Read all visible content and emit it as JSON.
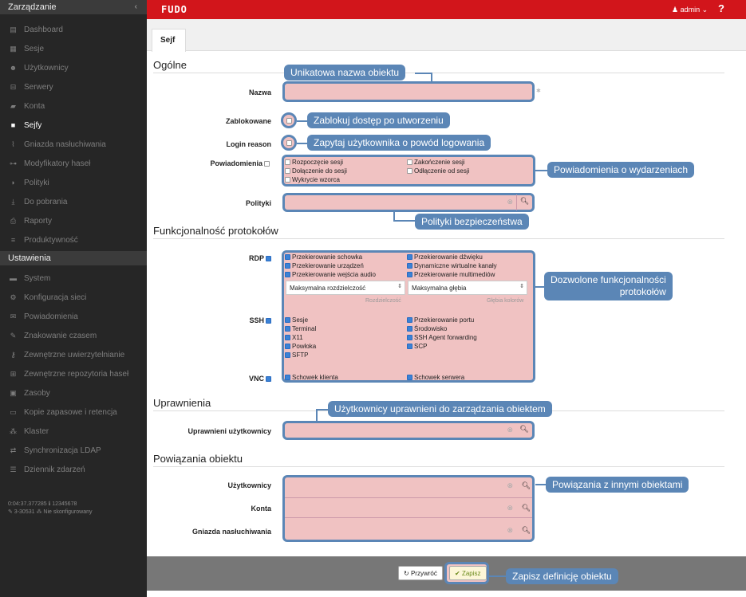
{
  "sidebar": {
    "header1": "Zarządzanie",
    "collapse_icon": "chevron-left-icon",
    "items": [
      {
        "label": "Dashboard",
        "icon": "chart-icon",
        "glyph": "▤"
      },
      {
        "label": "Sesje",
        "icon": "film-icon",
        "glyph": "▦"
      },
      {
        "label": "Użytkownicy",
        "icon": "users-icon",
        "glyph": "☻"
      },
      {
        "label": "Serwery",
        "icon": "server-icon",
        "glyph": "⊟"
      },
      {
        "label": "Konta",
        "icon": "book-icon",
        "glyph": "▰"
      },
      {
        "label": "Sejfy",
        "icon": "safe-icon",
        "glyph": "■"
      },
      {
        "label": "Gniazda nasłuchiwania",
        "icon": "rss-icon",
        "glyph": "⌇"
      },
      {
        "label": "Modyfikatory haseł",
        "icon": "sitemap-icon",
        "glyph": "⊶"
      },
      {
        "label": "Polityki",
        "icon": "shield-icon",
        "glyph": "◗"
      },
      {
        "label": "Do pobrania",
        "icon": "download-icon",
        "glyph": "⤓"
      },
      {
        "label": "Raporty",
        "icon": "print-icon",
        "glyph": "⎙"
      },
      {
        "label": "Produktywność",
        "icon": "list-icon",
        "glyph": "≡"
      }
    ],
    "header2": "Ustawienia",
    "settings": [
      {
        "label": "System",
        "icon": "folder-icon",
        "glyph": "▬"
      },
      {
        "label": "Konfiguracja sieci",
        "icon": "cogs-icon",
        "glyph": "⚙"
      },
      {
        "label": "Powiadomienia",
        "icon": "envelope-icon",
        "glyph": "✉"
      },
      {
        "label": "Znakowanie czasem",
        "icon": "edit-icon",
        "glyph": "✎"
      },
      {
        "label": "Zewnętrzne uwierzytelnianie",
        "icon": "key-icon",
        "glyph": "⚷"
      },
      {
        "label": "Zewnętrzne repozytoria haseł",
        "icon": "grid-icon",
        "glyph": "⊞"
      },
      {
        "label": "Zasoby",
        "icon": "image-icon",
        "glyph": "▣"
      },
      {
        "label": "Kopie zapasowe i retencja",
        "icon": "hdd-icon",
        "glyph": "▭"
      },
      {
        "label": "Klaster",
        "icon": "cluster-icon",
        "glyph": "⁂"
      },
      {
        "label": "Synchronizacja LDAP",
        "icon": "exchange-icon",
        "glyph": "⇄"
      },
      {
        "label": "Dziennik zdarzeń",
        "icon": "log-icon",
        "glyph": "☰"
      }
    ],
    "footer_line1": "0:04:37.377285   ℹ 12345678",
    "footer_line2": "✎ 3-30531   ⁂ Nie skonfigurowany"
  },
  "topbar": {
    "logo": "FUDO",
    "admin": "admin",
    "admin_icon": "user-icon",
    "help": "?",
    "color": "#d2151b"
  },
  "tab": "Sejf",
  "sections": {
    "general": "Ogólne",
    "protocols": "Funkcjonalność protokołów",
    "permissions": "Uprawnienia",
    "relations": "Powiązania obiektu"
  },
  "labels": {
    "name": "Nazwa",
    "blocked": "Zablokowane",
    "login_reason": "Login reason",
    "notifications": "Powiadomienia",
    "policies": "Polityki",
    "rdp": "RDP",
    "ssh": "SSH",
    "vnc": "VNC",
    "allowed_users": "Uprawnieni użytkownicy",
    "users": "Użytkownicy",
    "accounts": "Konta",
    "listeners": "Gniazda nasłuchiwania"
  },
  "notifications": {
    "left": [
      "Rozpoczęcie sesji",
      "Dołączenie do sesji",
      "Wykrycie wzorca"
    ],
    "right": [
      "Zakończenie sesji",
      "Odłączenie od sesji"
    ]
  },
  "rdp": {
    "left": [
      "Przekierowanie schowka",
      "Przekierowanie urządzeń",
      "Przekierowanie wejścia audio"
    ],
    "right": [
      "Przekierowanie dźwięku",
      "Dynamiczne wirtualne kanały",
      "Przekierowanie multimediów"
    ],
    "select1": "Maksymalna rozdzielczość",
    "select1_hint": "Rozdzielczość",
    "select2": "Maksymalna głębia",
    "select2_hint": "Głębia kolorów"
  },
  "ssh": {
    "left": [
      "Sesje",
      "Terminal",
      "X11",
      "Powłoka",
      "SFTP"
    ],
    "right": [
      "Przekierowanie portu",
      "Środowisko",
      "SSH Agent forwarding",
      "SCP"
    ]
  },
  "vnc": {
    "left": "Schowek klienta",
    "right": "Schowek serwera"
  },
  "callouts": {
    "name": "Unikatowa nazwa obiektu",
    "blocked": "Zablokuj dostęp po utworzeniu",
    "login_reason": "Zapytaj użytkownika o powód logowania",
    "notifications": "Powiadomienia o wydarzeniach",
    "policies": "Polityki bezpieczeństwa",
    "protocols_line1": "Dozwolone funkcjonalności",
    "protocols_line2": "protokołów",
    "permissions": "Użytkownicy uprawnieni do zarządzania obiektem",
    "relations": "Powiązania z innymi obiektami",
    "save": "Zapisz definicję obiektu"
  },
  "buttons": {
    "reset": "Przywróć",
    "save": "Zapisz"
  },
  "glyphs": {
    "clear": "⊗",
    "search": "🔍︎",
    "required": "✱",
    "check": "✔",
    "reset": "↻",
    "dropdown": "⇕"
  }
}
